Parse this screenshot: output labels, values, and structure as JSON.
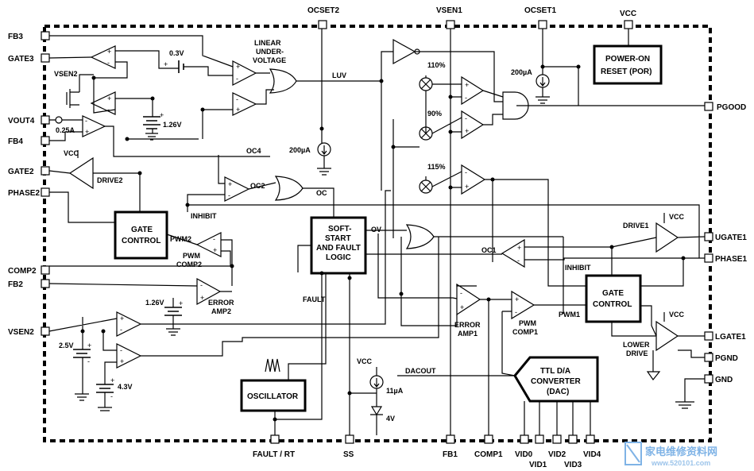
{
  "pins": {
    "left": [
      "FB3",
      "GATE3",
      "VOUT4",
      "FB4",
      "GATE2",
      "PHASE2",
      "COMP2",
      "FB2",
      "VSEN2"
    ],
    "top": [
      "OCSET2",
      "VSEN1",
      "OCSET1",
      "VCC"
    ],
    "right": [
      "PGOOD",
      "UGATE1",
      "PHASE1",
      "LGATE1",
      "PGND",
      "GND"
    ],
    "bottom": [
      "FAULT / RT",
      "SS",
      "FB1",
      "COMP1",
      "VID0",
      "VID1",
      "VID2",
      "VID3",
      "VID4"
    ]
  },
  "blocks": {
    "por": [
      "POWER-ON",
      "RESET (POR)"
    ],
    "gate_control_left": [
      "GATE",
      "CONTROL"
    ],
    "soft_start": [
      "SOFT-",
      "START",
      "AND FAULT",
      "LOGIC"
    ],
    "gate_control_right": [
      "GATE",
      "CONTROL"
    ],
    "oscillator": "OSCILLATOR",
    "dac": [
      "TTL D/A",
      "CONVERTER",
      "(DAC)"
    ]
  },
  "labels": {
    "linear_uv": [
      "LINEAR",
      "UNDER-",
      "VOLTAGE"
    ],
    "v03": "0.3V",
    "vsen2_int": "VSEN2",
    "v126_top": "1.26V",
    "a025": "0.25A",
    "vcc_drive2": "VCC",
    "drive2": "DRIVE2",
    "oc4": "OC4",
    "oc2": "OC2",
    "oc": "OC",
    "luv": "LUV",
    "ua200_left": "200µA",
    "ua200_right": "200µA",
    "inhibit_left": "INHIBIT",
    "pwm2": "PWM2",
    "pwm_comp2": [
      "PWM",
      "COMP2"
    ],
    "v126_mid": "1.26V",
    "error_amp2": [
      "ERROR",
      "AMP2"
    ],
    "fault": "FAULT",
    "ov": "OV",
    "p110": "110%",
    "p90": "90%",
    "p115": "115%",
    "vcc_top": "VCC",
    "vcc_drive1": "VCC",
    "drive1": "DRIVE1",
    "oc1": "OC1",
    "inhibit_right": "INHIBIT",
    "error_amp1": [
      "ERROR",
      "AMP1"
    ],
    "pwm_comp1": [
      "PWM",
      "COMP1"
    ],
    "pwm1": "PWM1",
    "lower_drive": [
      "LOWER",
      "DRIVE"
    ],
    "vcc_lower": "VCC",
    "v25": "2.5V",
    "v43": "4.3V",
    "vcc_ss": "VCC",
    "ua11": "11µA",
    "v4": "4V",
    "dacout": "DACOUT"
  },
  "watermark": {
    "text": "家电维修资料网",
    "url": "www.520101.com"
  }
}
